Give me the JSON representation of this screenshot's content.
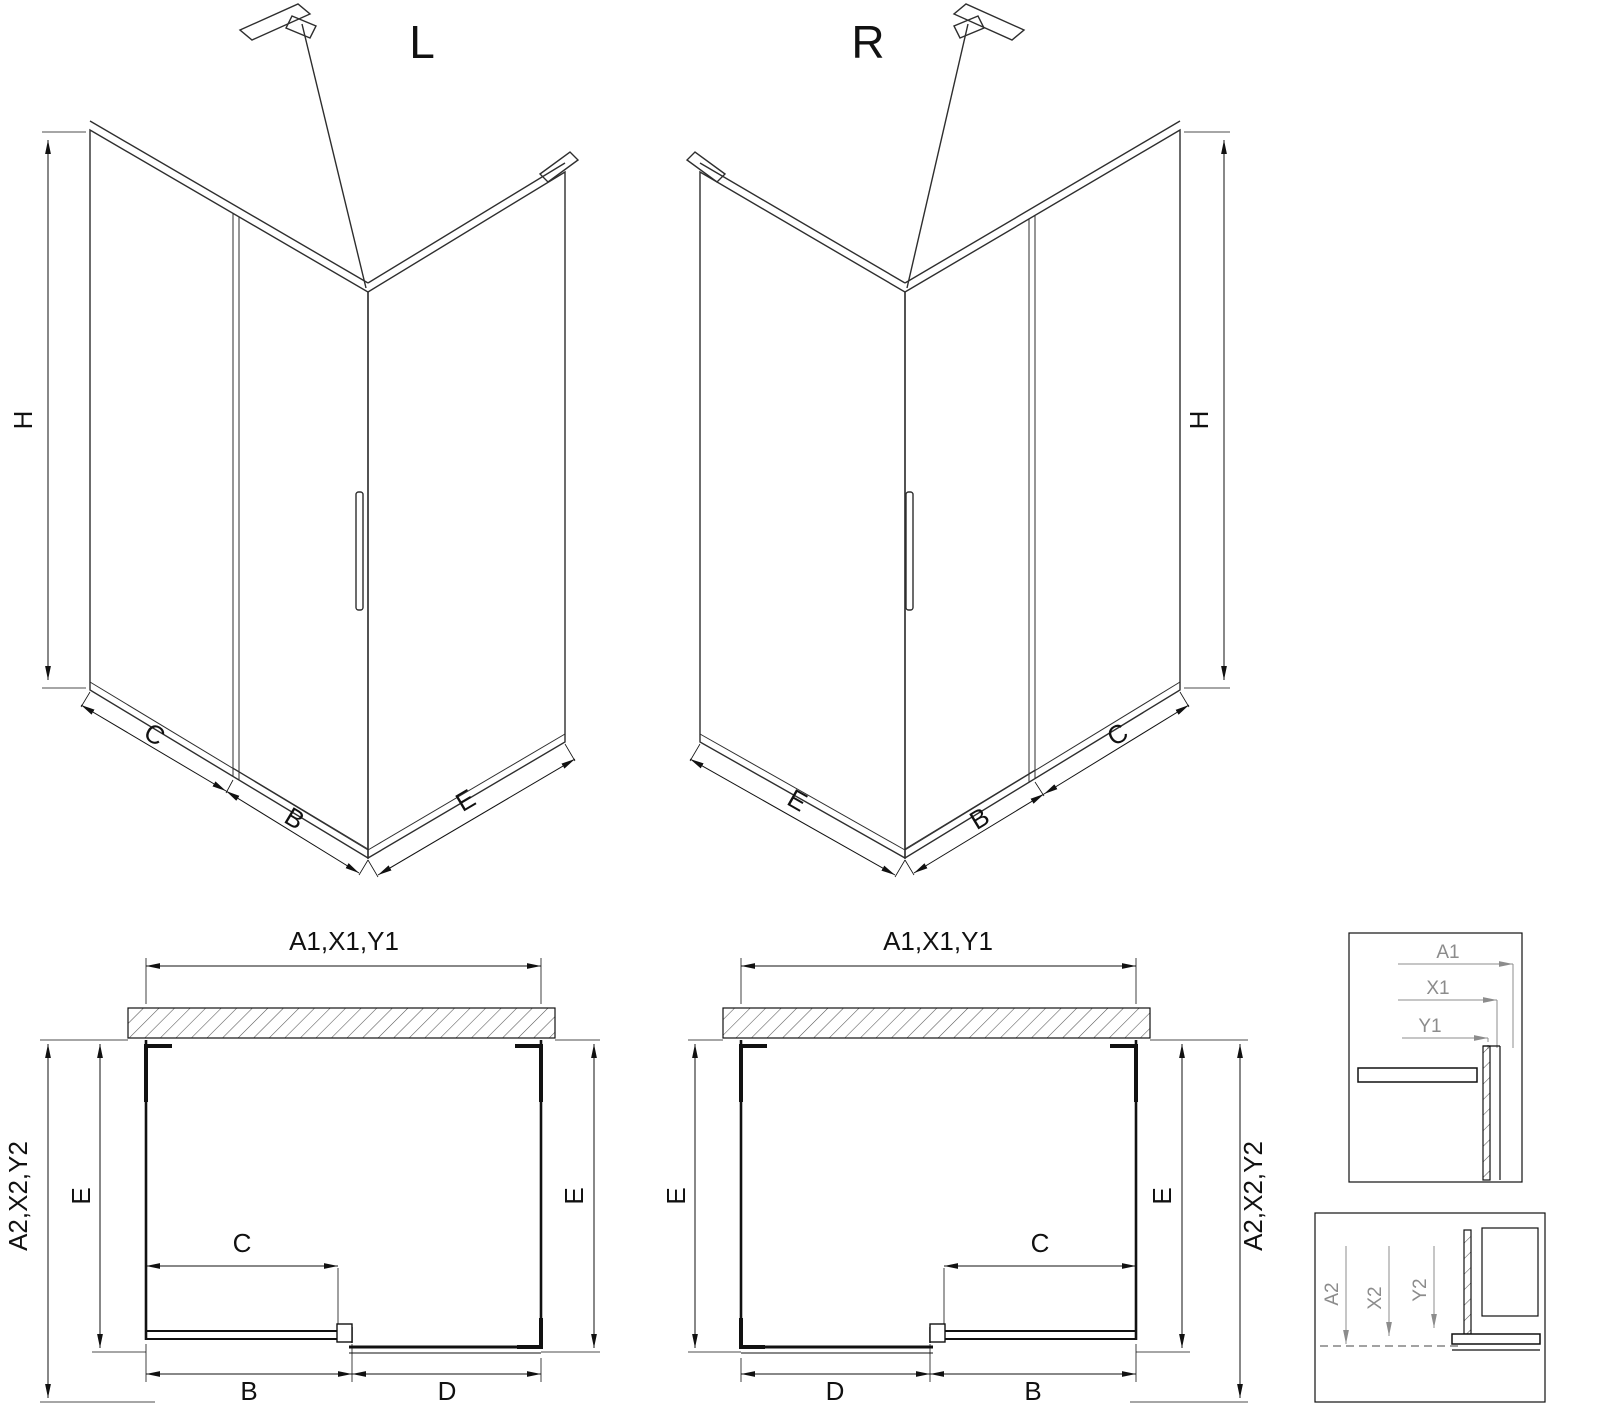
{
  "colors": {
    "background": "#ffffff",
    "line": "#1a1a1a",
    "detail_dim": "#8c8c8c"
  },
  "variants": {
    "left": "L",
    "right": "R"
  },
  "iso_left": {
    "height": "H",
    "fixed": "C",
    "door": "B",
    "side": "E"
  },
  "iso_right": {
    "height": "H",
    "fixed": "C",
    "door": "B",
    "side": "E"
  },
  "plan_left": {
    "width_top": "A1,X1,Y1",
    "depth_outer": "A2,X2,Y2",
    "side_left": "E",
    "opening": "C",
    "door": "B",
    "fixed": "D",
    "side_right": "E"
  },
  "plan_right": {
    "width_top": "A1,X1,Y1",
    "depth_outer": "A2,X2,Y2",
    "side_left": "E",
    "opening": "C",
    "door": "B",
    "fixed": "D",
    "side_right": "E"
  },
  "detail_top": {
    "dim1": "A1",
    "dim2": "X1",
    "dim3": "Y1"
  },
  "detail_bottom": {
    "dim1": "A2",
    "dim2": "X2",
    "dim3": "Y2"
  }
}
